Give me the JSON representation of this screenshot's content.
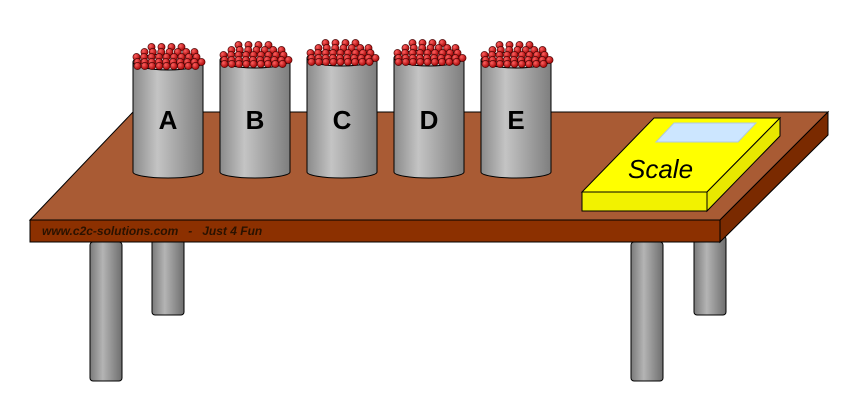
{
  "colors": {
    "background": "#ffffff",
    "table_top": "#a95b34",
    "table_front": "#8c3000",
    "table_side": "#7a2a00",
    "leg": "#9a9a9a",
    "can_body": "#a6a6a6",
    "can_rim": "#d0d0d0",
    "ball": "#c00000",
    "scale_top": "#ffff00",
    "scale_display": "#cce6ff",
    "scale_front": "#f2f200"
  },
  "cans": [
    {
      "letter": "A"
    },
    {
      "letter": "B"
    },
    {
      "letter": "C"
    },
    {
      "letter": "D"
    },
    {
      "letter": "E"
    }
  ],
  "scale": {
    "label": "Scale"
  },
  "footer": {
    "text": "www.c2c-solutions.com   -   Just 4 Fun"
  }
}
